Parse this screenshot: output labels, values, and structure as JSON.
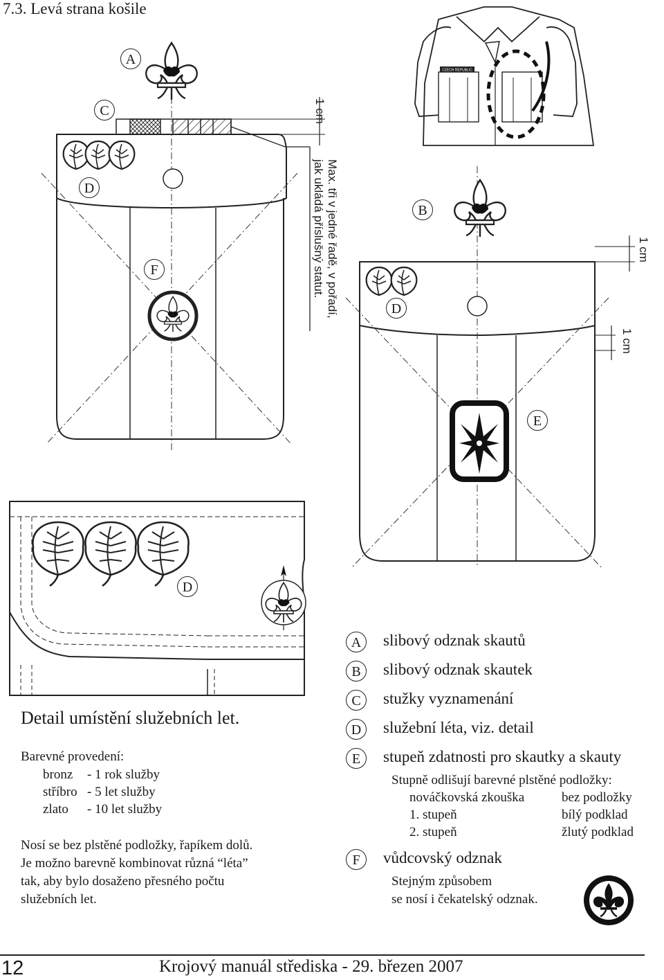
{
  "heading": "7.3. Levá strana košile",
  "labels": {
    "A": "A",
    "B": "B",
    "C": "C",
    "D": "D",
    "E": "E",
    "F": "F"
  },
  "dimension_label": "1 cm",
  "side_note": [
    "Max. tři v jedné řadě, v pořadí,",
    "jak ukládá příslušný statut."
  ],
  "legend": [
    {
      "letter": "A",
      "text": "slibový odznak skautů"
    },
    {
      "letter": "B",
      "text": "slibový odznak skautek"
    },
    {
      "letter": "C",
      "text": "stužky vyznamenání"
    },
    {
      "letter": "D",
      "text": "služební léta, viz. detail"
    },
    {
      "letter": "E",
      "text": "stupeň zdatnosti pro skautky a skauty"
    },
    {
      "letter": "F",
      "text": "vůdcovský odznak"
    }
  ],
  "grades": {
    "intro": "Stupně odlišují barevné plstěné podložky:",
    "rows": [
      {
        "name": "nováčkovská zkouška",
        "value": "bez podložky"
      },
      {
        "name": "1. stupeň",
        "value": "bílý podklad"
      },
      {
        "name": "2. stupeň",
        "value": "žlutý podklad"
      }
    ]
  },
  "f_note": [
    "Stejným způsobem",
    "se nosí i čekatelský odznak."
  ],
  "detail": {
    "title": "Detail umístění služebních let.",
    "colors_title": "Barevné provedení:",
    "colors": [
      {
        "metal": "bronz",
        "years": "- 1 rok služby"
      },
      {
        "metal": "stříbro",
        "years": "- 5 let služby"
      },
      {
        "metal": "zlato",
        "years": "- 10 let služby"
      }
    ],
    "paragraph": [
      "Nosí se bez plstěné podložky, řapíkem dolů.",
      "Je možno barevně kombinovat různá “léta”",
      "tak, aby bylo dosaženo přesného počtu",
      "služebních let."
    ]
  },
  "shirt_patch_text": "CZECH REPUBLIC",
  "footer": {
    "page_number": "12",
    "text": "Krojový manuál střediska - 29. březen 2007"
  },
  "icons": [
    "fleur-de-lis-icon",
    "leaf-icon",
    "compass-star-icon",
    "leader-badge-icon",
    "shirt-icon"
  ]
}
